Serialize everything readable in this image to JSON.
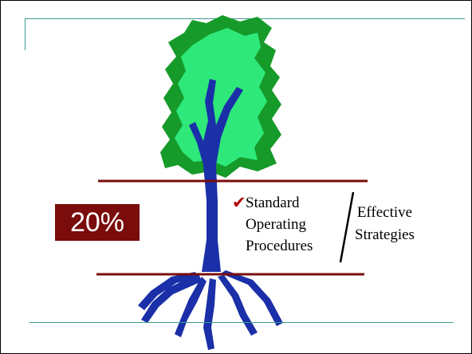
{
  "badge": {
    "label": "20%",
    "color": "#7a0c0c"
  },
  "procedures": {
    "check_icon": "check-mark-icon",
    "lines": [
      "Standard",
      "Operating",
      "Procedures"
    ]
  },
  "strategies": {
    "lines": [
      "Effective",
      "Strategies"
    ]
  },
  "colors": {
    "foliage_outer": "#169a2a",
    "foliage_inner": "#2ee87a",
    "trunk": "#1a2fa8",
    "ground_lines": "#7a0c0c",
    "accent_lines": "#3a9c8f"
  }
}
